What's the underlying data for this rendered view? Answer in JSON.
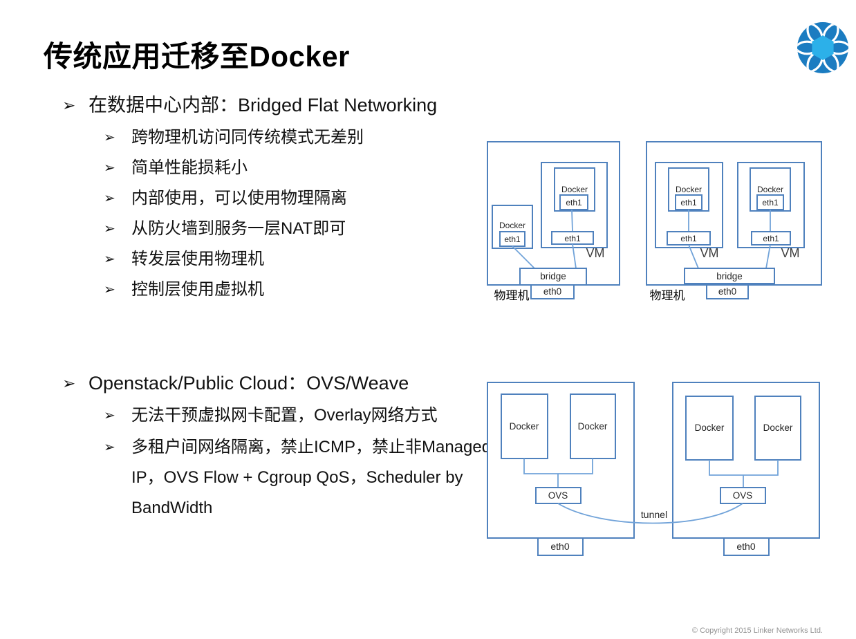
{
  "slide": {
    "title": "传统应用迁移至Docker",
    "footer": "© Copyright 2015 Linker Networks Ltd."
  },
  "logo": {
    "name": "Linker Networks logo",
    "primary_color": "#1b7cc1",
    "accent_color": "#2cb0e9"
  },
  "bullets": {
    "marker": "➢",
    "sections": [
      {
        "heading": "在数据中心内部：Bridged Flat Networking",
        "items": [
          "跨物理机访问同传统模式无差别",
          "简单性能损耗小",
          "内部使用，可以使用物理隔离",
          "从防火墙到服务一层NAT即可",
          "转发层使用物理机",
          "控制层使用虚拟机"
        ]
      },
      {
        "heading": "Openstack/Public Cloud：OVS/Weave",
        "items": [
          "无法干预虚拟网卡配置，Overlay网络方式",
          "多租户间网络隔离，禁止ICMP，禁止非Managed IP，OVS Flow + Cgroup QoS，Scheduler by BandWidth"
        ]
      }
    ]
  },
  "diagrams": {
    "colors": {
      "box_border": "#4f81bd",
      "connector": "#71a3d9",
      "label_text": "#262626"
    },
    "labels": {
      "docker": "Docker",
      "eth1": "eth1",
      "eth0": "eth0",
      "bridge": "bridge",
      "vm": "VM",
      "ovs": "OVS",
      "tunnel": "tunnel",
      "physical_machine": "物理机"
    }
  }
}
